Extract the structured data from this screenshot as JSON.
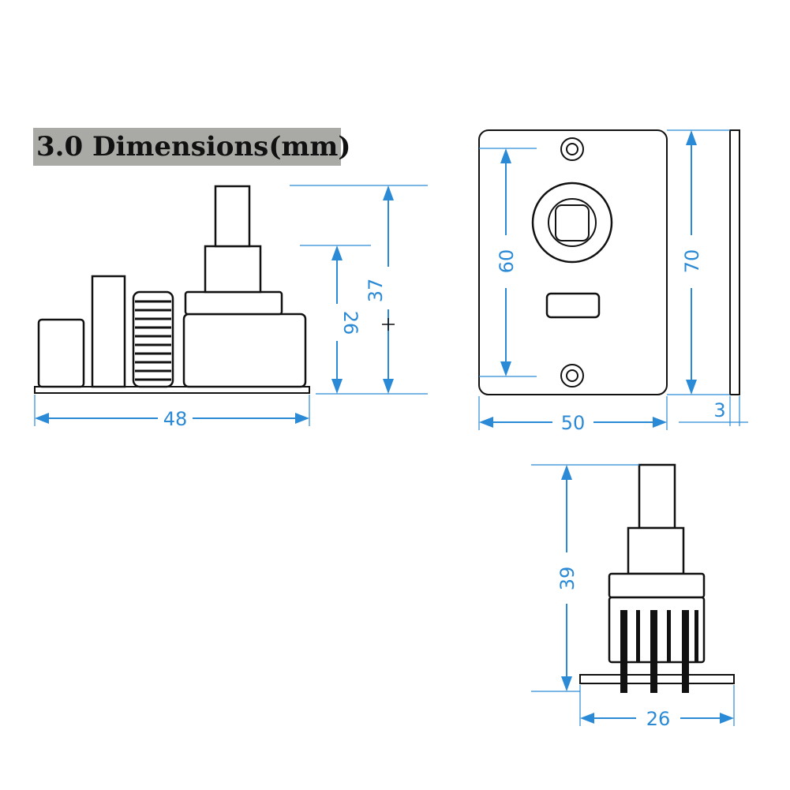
{
  "title": "3.0 Dimensions(mm)",
  "dimensions": {
    "side_width": "48",
    "side_height_inner": "26",
    "side_height_total": "37",
    "front_width": "50",
    "front_hole_spacing": "60",
    "front_height": "70",
    "front_thickness": "3",
    "bottom_height": "39",
    "bottom_width": "26"
  },
  "colors": {
    "dimension_blue": "#2b8ad6",
    "title_background": "#a9a9a5",
    "outline": "#111111"
  }
}
